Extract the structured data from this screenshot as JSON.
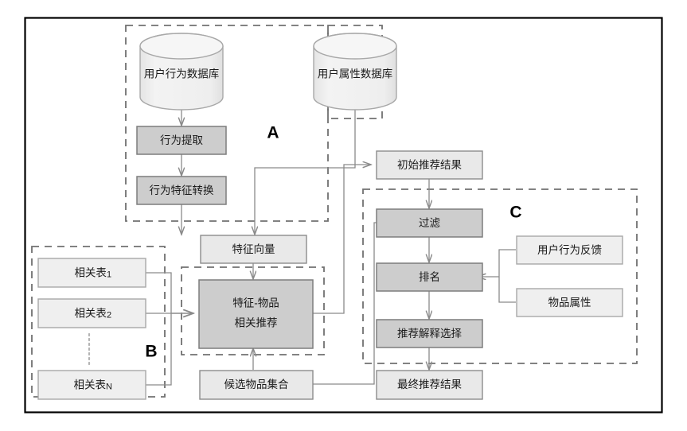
{
  "figure": {
    "type": "flowchart",
    "title": "",
    "frame": {
      "border_color": "#000000"
    },
    "palette": {
      "box_light_fill": "#e9e9e9",
      "box_dark_fill": "#cdcdcd",
      "box_border": "#8c8c8c",
      "box_border_dark": "#7d7d7d",
      "cylinder_fill": "#efefef",
      "cylinder_border": "#a8a8a8",
      "connector": "#8a8a8a",
      "dashed_group": "#707070",
      "text": "#1a1a1a"
    }
  },
  "groups": [
    {
      "id": "A",
      "label": "A"
    },
    {
      "id": "B",
      "label": "B"
    },
    {
      "id": "C",
      "label": "C"
    }
  ],
  "nodes": {
    "user_behavior_db": {
      "label": "用户行为数据库",
      "shape": "cylinder",
      "fill": "light"
    },
    "user_attribute_db": {
      "label": "用户属性数据库",
      "shape": "cylinder",
      "fill": "light"
    },
    "behavior_extraction": {
      "label": "行为提取",
      "shape": "rect",
      "fill": "dark"
    },
    "behavior_feature_transform": {
      "label": "行为特征转换",
      "shape": "rect",
      "fill": "dark"
    },
    "feature_vector": {
      "label": "特征向量",
      "shape": "rect",
      "fill": "light"
    },
    "related_table_1": {
      "label": "相关表",
      "sub": "1",
      "shape": "rect",
      "fill": "light"
    },
    "related_table_2": {
      "label": "相关表",
      "sub": "2",
      "shape": "rect",
      "fill": "light"
    },
    "related_table_n": {
      "label": "相关表",
      "sub": "N",
      "shape": "rect",
      "fill": "light"
    },
    "feature_item_recommend": {
      "label_line1": "特征-物品",
      "label_line2": "相关推荐",
      "shape": "rect",
      "fill": "dark"
    },
    "candidate_item_set": {
      "label": "候选物品集合",
      "shape": "rect",
      "fill": "light"
    },
    "initial_recommend_result": {
      "label": "初始推荐结果",
      "shape": "rect",
      "fill": "light"
    },
    "filter": {
      "label": "过滤",
      "shape": "rect",
      "fill": "dark"
    },
    "ranking": {
      "label": "排名",
      "shape": "rect",
      "fill": "dark"
    },
    "recommend_explain_select": {
      "label": "推荐解释选择",
      "shape": "rect",
      "fill": "dark"
    },
    "final_recommend_result": {
      "label": "最终推荐结果",
      "shape": "rect",
      "fill": "light"
    },
    "user_behavior_feedback": {
      "label": "用户行为反馈",
      "shape": "rect",
      "fill": "light"
    },
    "item_attribute": {
      "label": "物品属性",
      "shape": "rect",
      "fill": "light"
    }
  },
  "edges": [
    {
      "from": "user_behavior_db",
      "to": "behavior_extraction"
    },
    {
      "from": "behavior_extraction",
      "to": "behavior_feature_transform"
    },
    {
      "from": "behavior_feature_transform",
      "to": "feature_vector"
    },
    {
      "from": "user_attribute_db",
      "to": "feature_vector"
    },
    {
      "from": "feature_vector",
      "to": "feature_item_recommend"
    },
    {
      "from": "related_table_1",
      "to": "feature_item_recommend"
    },
    {
      "from": "related_table_2",
      "to": "feature_item_recommend"
    },
    {
      "from": "related_table_n",
      "to": "feature_item_recommend"
    },
    {
      "from": "candidate_item_set",
      "to": "feature_item_recommend"
    },
    {
      "from": "feature_item_recommend",
      "to": "initial_recommend_result"
    },
    {
      "from": "initial_recommend_result",
      "to": "filter"
    },
    {
      "from": "candidate_item_set",
      "to": "filter"
    },
    {
      "from": "filter",
      "to": "ranking"
    },
    {
      "from": "user_behavior_feedback",
      "to": "ranking"
    },
    {
      "from": "item_attribute",
      "to": "ranking"
    },
    {
      "from": "ranking",
      "to": "recommend_explain_select"
    },
    {
      "from": "recommend_explain_select",
      "to": "final_recommend_result"
    }
  ]
}
